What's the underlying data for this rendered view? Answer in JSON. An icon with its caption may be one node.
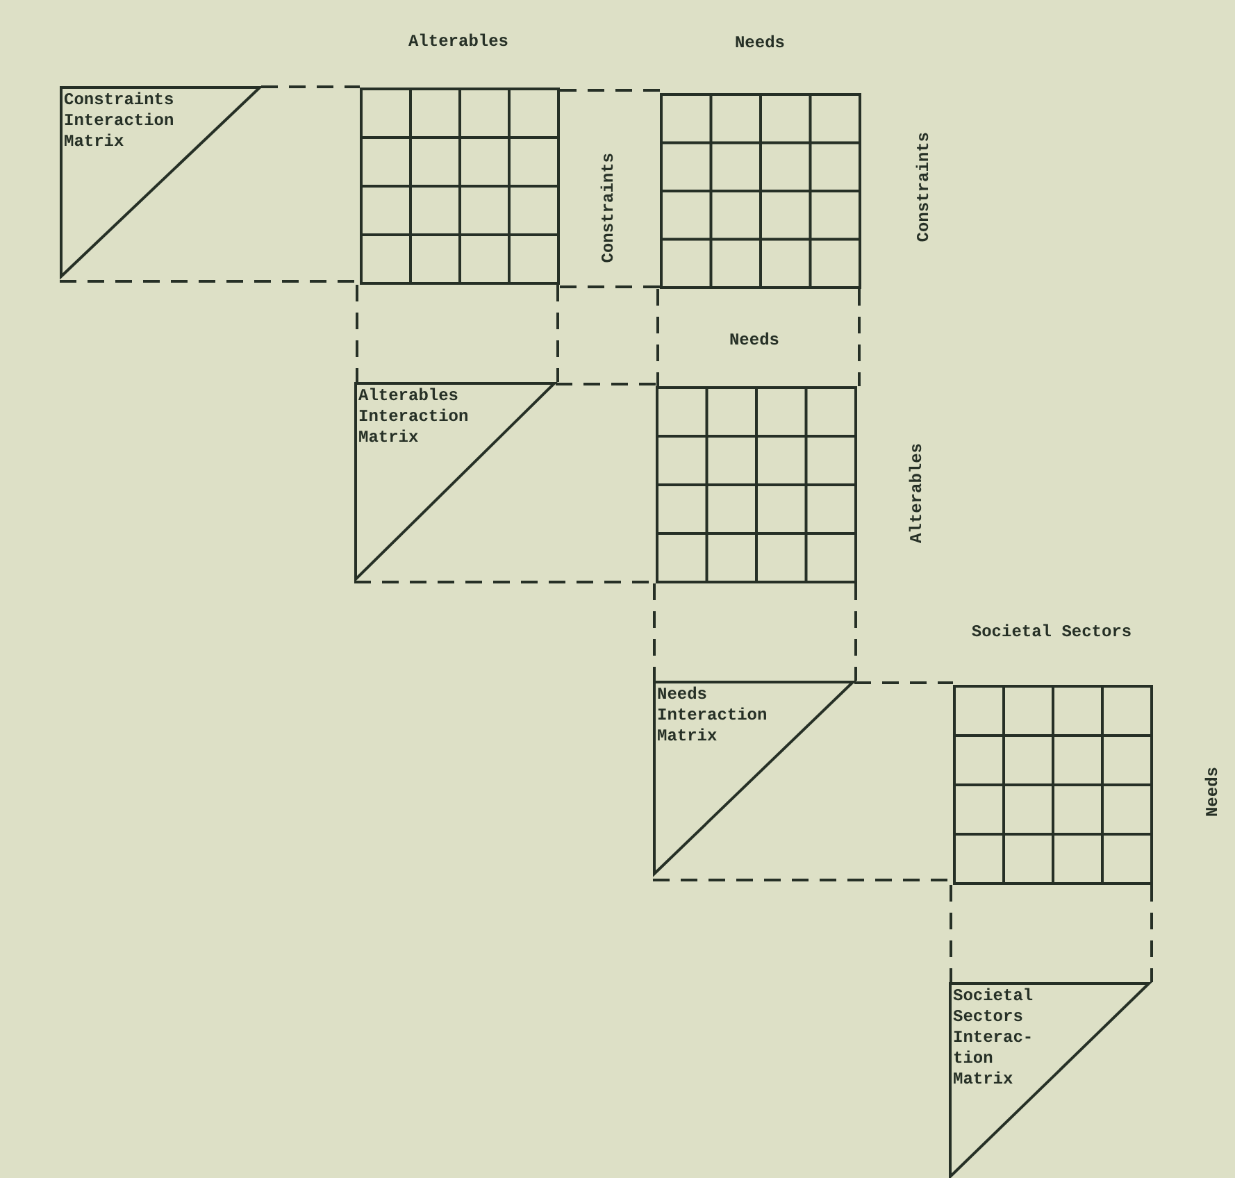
{
  "diagram": {
    "nodes": [
      {
        "text": [
          "Constraints Interaction Matrix"
        ]
      },
      {
        "text": [],
        "shape": "grid",
        "beside": [
          "Alterables",
          "Constraints"
        ]
      },
      {
        "text": [],
        "shape": "grid",
        "beside": [
          "Needs",
          "Constraints"
        ]
      },
      {
        "text": [
          "Alterables Interaction Matrix"
        ]
      },
      {
        "text": [],
        "shape": "grid",
        "beside": [
          "Needs",
          "Alterables"
        ]
      },
      {
        "text": [
          "Needs Interaction Matrix"
        ]
      },
      {
        "text": [],
        "shape": "grid",
        "beside": [
          "Societal Sectors",
          "Needs"
        ]
      },
      {
        "text": [
          "Societal Sectors Interac- tion Matrix"
        ]
      }
    ],
    "edges": [
      {
        "from": 0,
        "to": 1,
        "arrow": "none",
        "style": "dashed"
      },
      {
        "from": 0,
        "to": 1,
        "arrow": "none",
        "style": "dashed"
      },
      {
        "from": 1,
        "to": 2,
        "arrow": "none",
        "style": "dashed"
      },
      {
        "from": 1,
        "to": 2,
        "arrow": "none",
        "style": "dashed"
      },
      {
        "from": 1,
        "to": 3,
        "arrow": "none",
        "style": "dashed"
      },
      {
        "from": 1,
        "to": 3,
        "arrow": "none",
        "style": "dashed"
      },
      {
        "from": 3,
        "to": 4,
        "arrow": "none",
        "style": "dashed"
      },
      {
        "from": 3,
        "to": 4,
        "arrow": "none",
        "style": "dashed"
      },
      {
        "from": 2,
        "to": 4,
        "arrow": "none",
        "style": "dashed"
      },
      {
        "from": 2,
        "to": 4,
        "arrow": "none",
        "style": "dashed"
      },
      {
        "from": 4,
        "to": 5,
        "arrow": "none",
        "style": "dashed"
      },
      {
        "from": 4,
        "to": 5,
        "arrow": "none",
        "style": "dashed"
      },
      {
        "from": 5,
        "to": 6,
        "arrow": "none",
        "style": "dashed"
      },
      {
        "from": 5,
        "to": 6,
        "arrow": "none",
        "style": "dashed"
      },
      {
        "from": 6,
        "to": 7,
        "arrow": "none",
        "style": "dashed"
      },
      {
        "from": 6,
        "to": 7,
        "arrow": "none",
        "style": "dashed"
      }
    ]
  }
}
